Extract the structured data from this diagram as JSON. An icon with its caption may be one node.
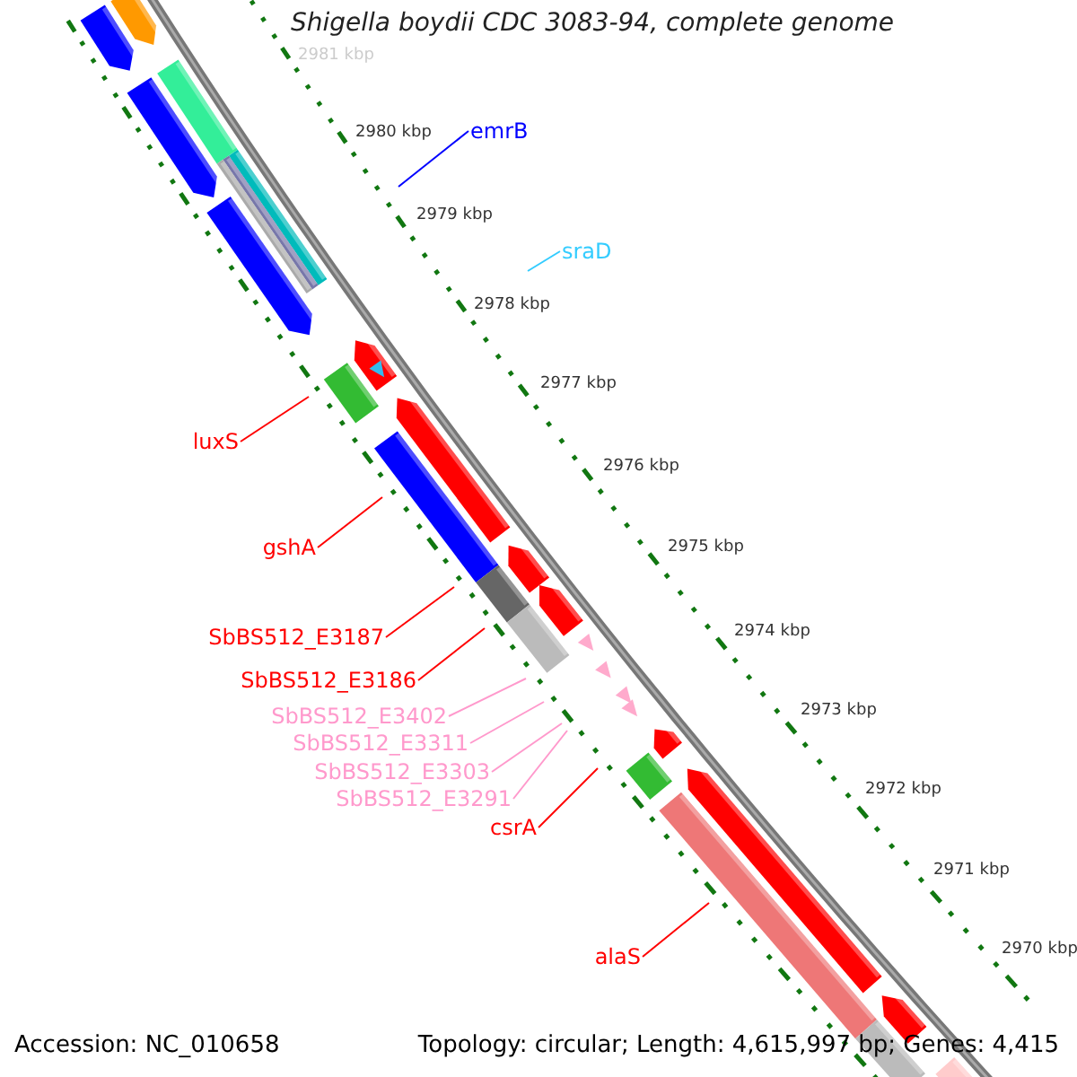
{
  "diagram": {
    "title": "Shigella boydii CDC 3083-94, complete genome",
    "nodes": [
      {
        "text": [
          "emrB"
        ]
      },
      {
        "text": [
          "sraD"
        ]
      },
      {
        "text": [
          "luxS"
        ]
      },
      {
        "text": [
          "gshA"
        ]
      },
      {
        "text": [
          "SbBS512_E3187"
        ]
      },
      {
        "text": [
          "SbBS512_E3186"
        ]
      },
      {
        "text": [
          "SbBS512_E3402"
        ]
      },
      {
        "text": [
          "SbBS512_E3311"
        ]
      },
      {
        "text": [
          "SbBS512_E3303"
        ]
      },
      {
        "text": [
          "SbBS512_E3291"
        ]
      },
      {
        "text": [
          "csrA"
        ]
      },
      {
        "text": [
          "alaS"
        ]
      }
    ],
    "edges": [
      {
        "from": 0,
        "to": null,
        "arrow": "none",
        "color": "#0000ff"
      },
      {
        "from": 1,
        "to": null,
        "arrow": "none",
        "color": "#33ccff"
      },
      {
        "from": 2,
        "to": null,
        "arrow": "none"
      },
      {
        "from": 3,
        "to": null,
        "arrow": "none"
      },
      {
        "from": 4,
        "to": null,
        "arrow": "none"
      },
      {
        "from": 5,
        "to": null,
        "arrow": "none"
      },
      {
        "from": 6,
        "to": null,
        "arrow": "none",
        "color": "#ff99cc"
      },
      {
        "from": 7,
        "to": null,
        "arrow": "none",
        "color": "#ff99cc"
      },
      {
        "from": 8,
        "to": null,
        "arrow": "none",
        "color": "#ff99cc"
      },
      {
        "from": 9,
        "to": null,
        "arrow": "none",
        "color": "#ff99cc"
      },
      {
        "from": 10,
        "to": null,
        "arrow": "none"
      },
      {
        "from": 11,
        "to": null,
        "arrow": "none"
      }
    ],
    "labels": [
      "2981 kbp",
      "2980 kbp",
      "2979 kbp",
      "2978 kbp",
      "2977 kbp",
      "2976 kbp",
      "2975 kbp",
      "2974 kbp",
      "2973 kbp",
      "2972 kbp",
      "2971 kbp",
      "2970 kbp",
      "Accession: NC_010658",
      "Topology: circular; Length: 4,615,997 bp; Genes: 4,415"
    ]
  }
}
